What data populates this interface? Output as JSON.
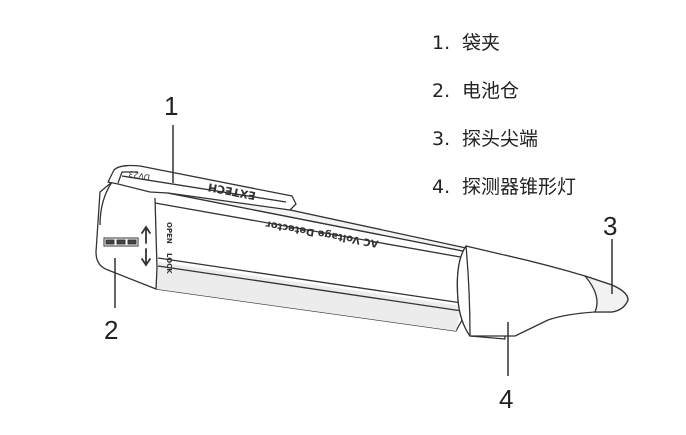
{
  "legend": {
    "items": [
      {
        "number": "1.",
        "label": "袋夹"
      },
      {
        "number": "2.",
        "label": "电池仓"
      },
      {
        "number": "3.",
        "label": "探头尖端"
      },
      {
        "number": "4.",
        "label": "探测器锥形灯"
      }
    ]
  },
  "callouts": [
    "1",
    "2",
    "3",
    "4"
  ],
  "device": {
    "model": "DV23",
    "brand": "EXTECH",
    "product_name": "AC Voltage Detector",
    "open_label": "OPEN",
    "lock_label": "LOCK"
  },
  "colors": {
    "outline": "#333333",
    "body_fill": "#ffffff",
    "shade": "#e9e9e9",
    "text": "#222222"
  }
}
